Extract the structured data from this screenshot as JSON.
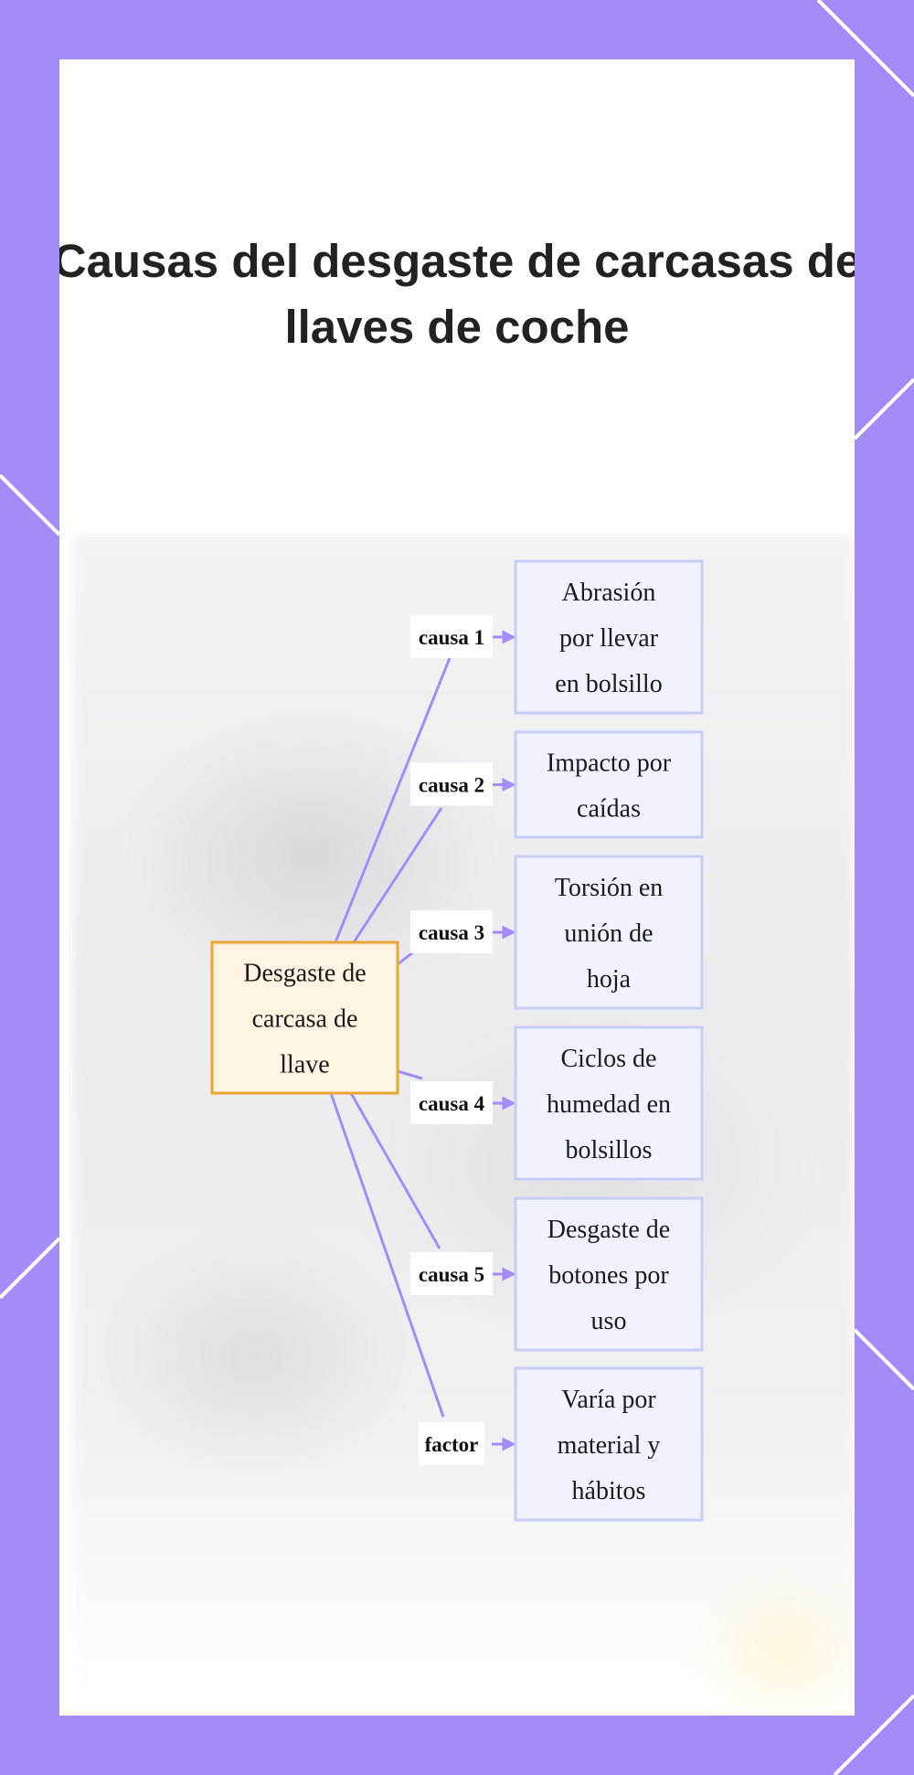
{
  "title_lines": [
    "Causas del desgaste de carcasas de",
    "llaves de coche"
  ],
  "colors": {
    "frame": "#a48cf8",
    "edge": "#a48cf8",
    "root_fill": "#fff3e2",
    "root_stroke": "#eba532",
    "leaf_fill": "#f0f3ff",
    "leaf_stroke": "#c6ccf5"
  },
  "root": {
    "lines": [
      "Desgaste de",
      "carcasa de",
      "llave"
    ]
  },
  "branches": [
    {
      "label": "causa 1",
      "lines": [
        "Abrasión",
        "por llevar",
        "en bolsillo"
      ]
    },
    {
      "label": "causa 2",
      "lines": [
        "Impacto por",
        "caídas"
      ]
    },
    {
      "label": "causa 3",
      "lines": [
        "Torsión en",
        "unión de",
        "hoja"
      ]
    },
    {
      "label": "causa 4",
      "lines": [
        "Ciclos de",
        "humedad en",
        "bolsillos"
      ]
    },
    {
      "label": "causa 5",
      "lines": [
        "Desgaste de",
        "botones por",
        "uso"
      ]
    },
    {
      "label": "factor",
      "lines": [
        "Varía por",
        "material y",
        "hábitos"
      ]
    }
  ]
}
